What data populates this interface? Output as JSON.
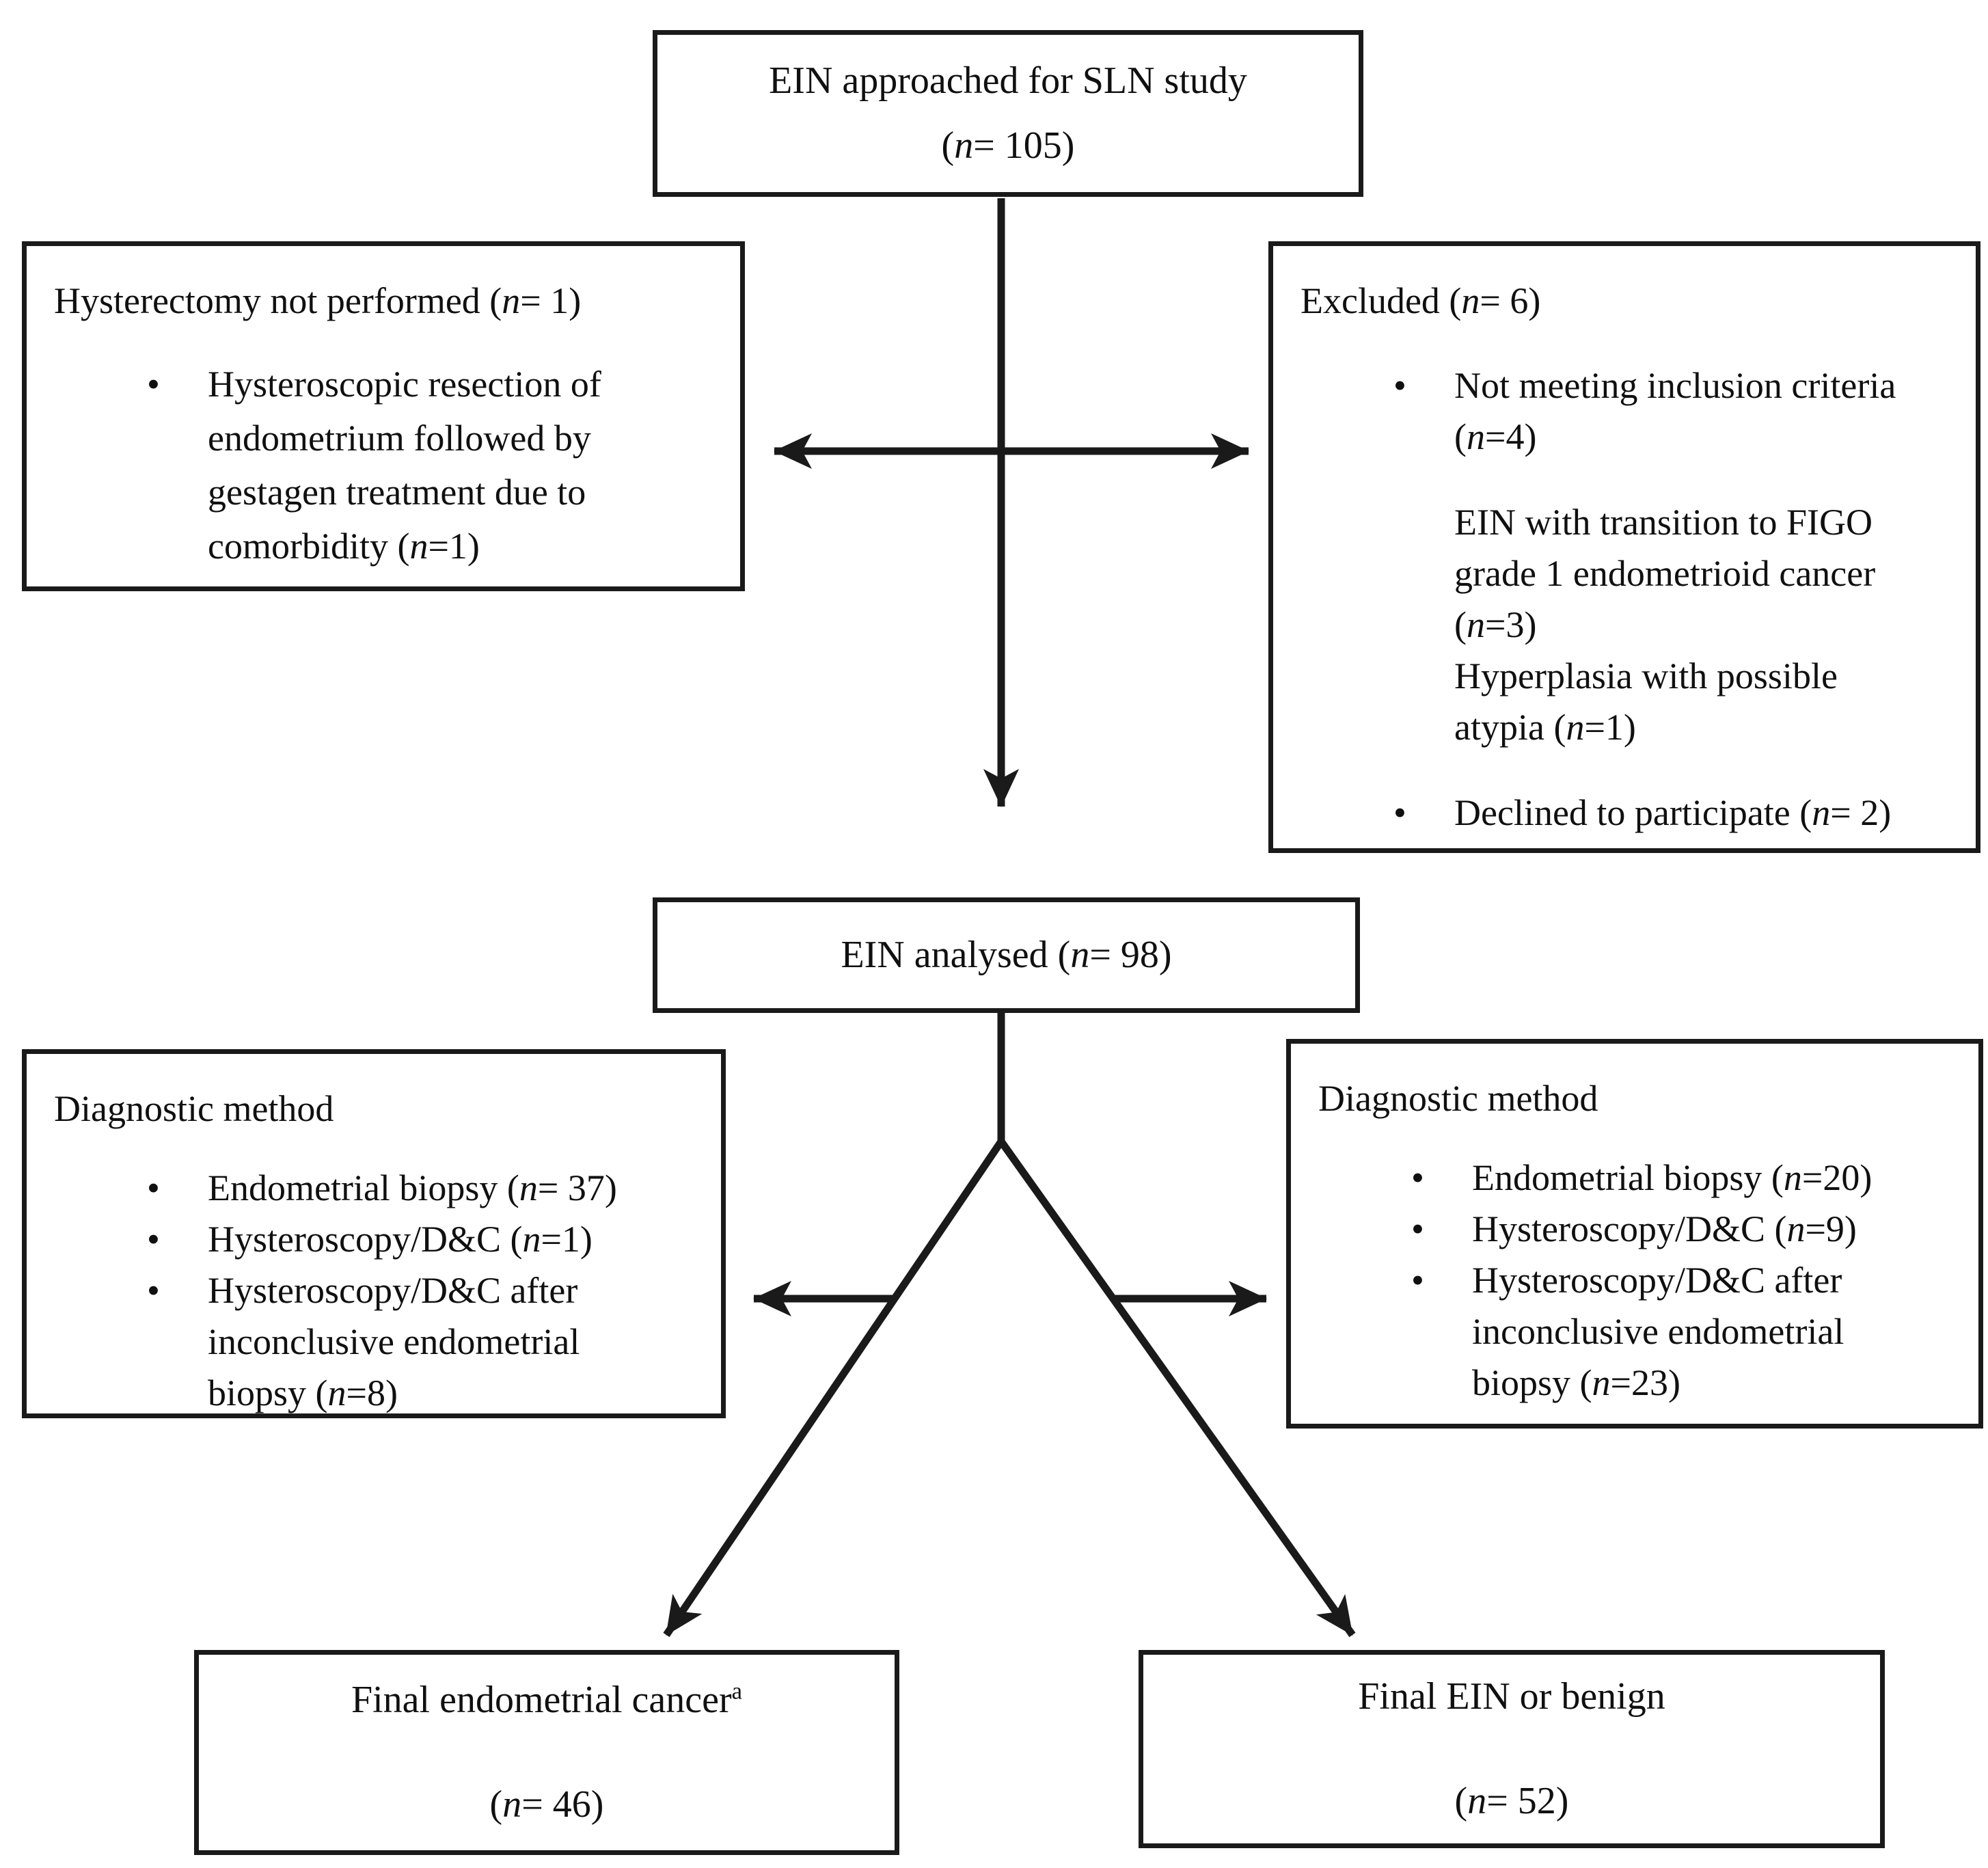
{
  "figure": {
    "kind": "study-flow-diagram"
  },
  "glyphs": {
    "bullet": "•"
  },
  "colors": {
    "line": "#1a1a1a",
    "background": "#ffffff",
    "text": "#101010"
  },
  "diagram": {
    "top_box": {
      "title": "EIN approached for SLN study",
      "count": "(n= 105)"
    },
    "left_excluded_box": {
      "title": "Hysterectomy not performed (n= 1)",
      "bullets": [
        {
          "lines": [
            "Hysteroscopic resection of",
            "endometrium followed by",
            "gestagen treatment due to",
            "comorbidity (n=1)"
          ]
        }
      ]
    },
    "right_excluded_box": {
      "title": "Excluded (n= 6)",
      "bullets": [
        {
          "lines": [
            "Not meeting inclusion criteria",
            "(n=4)"
          ]
        },
        {
          "lines": [
            "EIN with transition to FIGO",
            "grade 1 endometrioid cancer",
            "(n=3)",
            "Hyperplasia with possible",
            "atypia (n=1)"
          ]
        },
        {
          "lines": [
            "Declined to participate (n= 2)"
          ]
        }
      ]
    },
    "analysed_box": {
      "title": "EIN analysed (n= 98)"
    },
    "left_diagnostic_box": {
      "title": "Diagnostic method",
      "bullets": [
        {
          "lines": [
            "Endometrial biopsy (n= 37)"
          ]
        },
        {
          "lines": [
            "Hysteroscopy/D&C (n=1)"
          ]
        },
        {
          "lines": [
            "Hysteroscopy/D&C after",
            "inconclusive endometrial",
            "biopsy (n=8)"
          ]
        }
      ]
    },
    "right_diagnostic_box": {
      "title": "Diagnostic method",
      "bullets": [
        {
          "lines": [
            "Endometrial biopsy (n=20)"
          ]
        },
        {
          "lines": [
            "Hysteroscopy/D&C (n=9)"
          ]
        },
        {
          "lines": [
            "Hysteroscopy/D&C after",
            "inconclusive endometrial",
            "biopsy (n=23)"
          ]
        }
      ]
    },
    "final_cancer_box": {
      "title": "Final endometrial cancer",
      "superscript": "a",
      "count": "(n= 46)"
    },
    "final_benign_box": {
      "title": "Final EIN or benign",
      "count": "(n= 52)"
    }
  }
}
